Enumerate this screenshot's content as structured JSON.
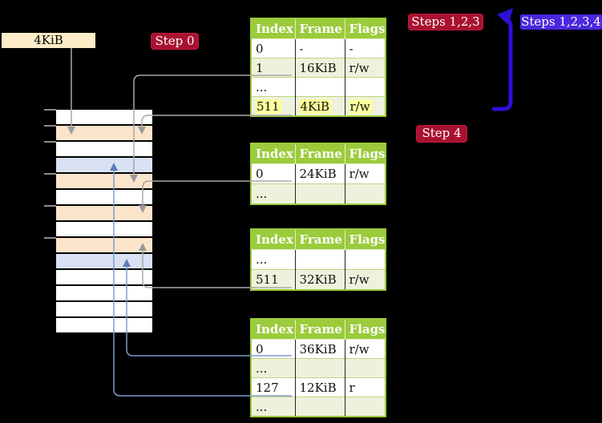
{
  "labels": {
    "frame_label": "4KiB",
    "step0": "Step 0",
    "steps123": "Steps 1,2,3",
    "steps1234": "Steps 1,2,3,4",
    "step4": "Step 4"
  },
  "colors": {
    "background": "#000000",
    "table_header_green": "#9bcb3b",
    "table_row_tint": "#eef2dc",
    "highlight_yellow": "#ffff9c",
    "memory_peach": "#fce4cb",
    "memory_blue": "#d9e2f3",
    "label_cream": "#fdecc8",
    "label_crimson": "#a81230",
    "label_violet": "#4a28e0",
    "connector_gray": "#a8a8a8",
    "connector_steel_blue": "#7e9bcd",
    "arrow_deep_blue": "#2b10d5"
  },
  "memory_column": {
    "row_fills": [
      "white",
      "peach",
      "white",
      "blue",
      "peach",
      "white",
      "peach",
      "white",
      "peach",
      "blue",
      "white",
      "white",
      "white",
      "white"
    ]
  },
  "tables": [
    {
      "headers": [
        "Index",
        "Frame",
        "Flags"
      ],
      "rows": [
        {
          "index": "0",
          "frame": "-",
          "flags": "-"
        },
        {
          "index": "1",
          "frame": "16KiB",
          "flags": "r/w"
        },
        {
          "index": "...",
          "frame": "",
          "flags": ""
        },
        {
          "index": "511",
          "frame": "4KiB",
          "flags": "r/w"
        }
      ]
    },
    {
      "headers": [
        "Index",
        "Frame",
        "Flags"
      ],
      "rows": [
        {
          "index": "0",
          "frame": "24KiB",
          "flags": "r/w"
        },
        {
          "index": "...",
          "frame": "",
          "flags": ""
        }
      ]
    },
    {
      "headers": [
        "Index",
        "Frame",
        "Flags"
      ],
      "rows": [
        {
          "index": "...",
          "frame": "",
          "flags": ""
        },
        {
          "index": "511",
          "frame": "32KiB",
          "flags": "r/w"
        }
      ]
    },
    {
      "headers": [
        "Index",
        "Frame",
        "Flags"
      ],
      "rows": [
        {
          "index": "0",
          "frame": "36KiB",
          "flags": "r/w"
        },
        {
          "index": "...",
          "frame": "",
          "flags": ""
        },
        {
          "index": "127",
          "frame": "12KiB",
          "flags": "r"
        },
        {
          "index": "...",
          "frame": "",
          "flags": ""
        }
      ]
    }
  ]
}
